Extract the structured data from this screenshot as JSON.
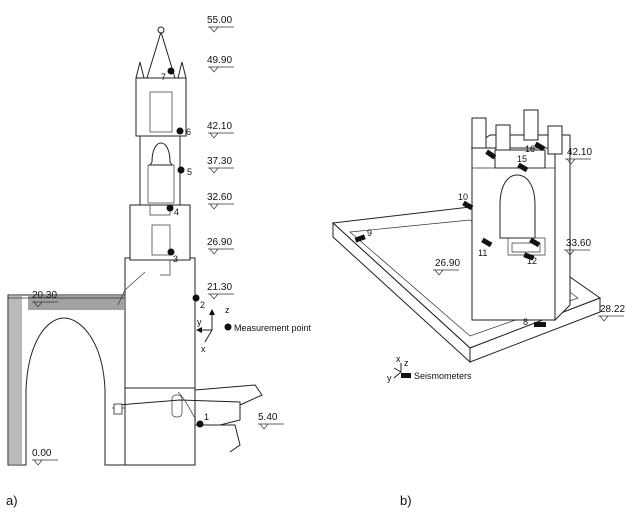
{
  "panel_a": {
    "caption": "a)",
    "elevations": [
      "55.00",
      "49.90",
      "42.10",
      "37.30",
      "32.60",
      "26.90",
      "21.30",
      "20.30",
      "5.40",
      "0.00"
    ],
    "points": [
      "1",
      "2",
      "3",
      "4",
      "5",
      "6",
      "7"
    ],
    "legend": "Measurement point",
    "axes": {
      "z": "z",
      "y": "y",
      "x": "x"
    }
  },
  "panel_b": {
    "caption": "b)",
    "elevations": [
      "42.10",
      "33.60",
      "26.90",
      "28.22"
    ],
    "sensors": [
      "8",
      "9",
      "10",
      "11",
      "12",
      "15",
      "16"
    ],
    "legend": "Seismometers",
    "axes": {
      "x": "x",
      "y": "y",
      "z": "z"
    }
  }
}
